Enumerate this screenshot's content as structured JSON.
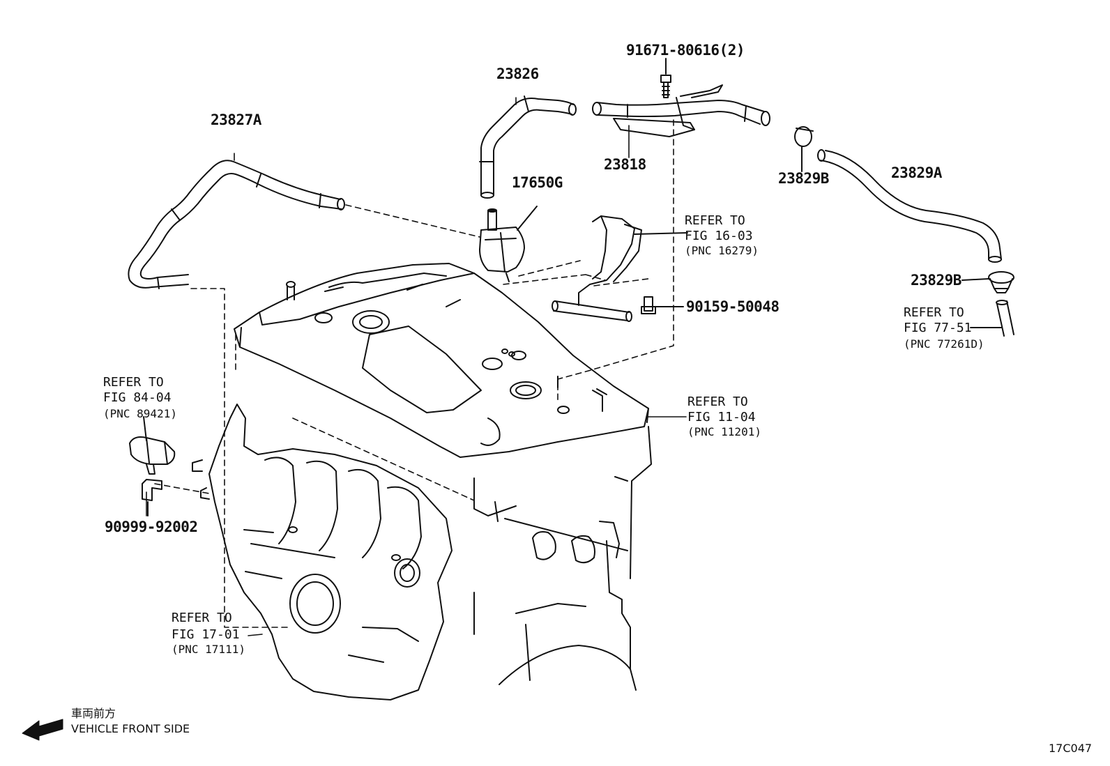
{
  "diagram": {
    "part_numbers": {
      "p91671": "91671-80616(2)",
      "p23826": "23826",
      "p23827A": "23827A",
      "p23818": "23818",
      "p23829B_top": "23829B",
      "p23829A": "23829A",
      "p17650G": "17650G",
      "p23829B_low": "23829B",
      "p90159": "90159-50048",
      "p90999": "90999-92002"
    },
    "references": [
      {
        "line1": "REFER TO",
        "line2": "FIG 16-03",
        "pnc": "(PNC 16279)"
      },
      {
        "line1": "REFER TO",
        "line2": "FIG 77-51",
        "pnc": "(PNC 77261D)"
      },
      {
        "line1": "REFER TO",
        "line2": "FIG 84-04",
        "pnc": "(PNC 89421)"
      },
      {
        "line1": "REFER TO",
        "line2": "FIG 11-04",
        "pnc": "(PNC 11201)"
      },
      {
        "line1": "REFER TO",
        "line2": "FIG 17-01",
        "pnc": "(PNC 17111)"
      }
    ],
    "direction": {
      "jp": "車両前方",
      "en": "VEHICLE FRONT SIDE"
    },
    "figure_code": "17C047"
  }
}
